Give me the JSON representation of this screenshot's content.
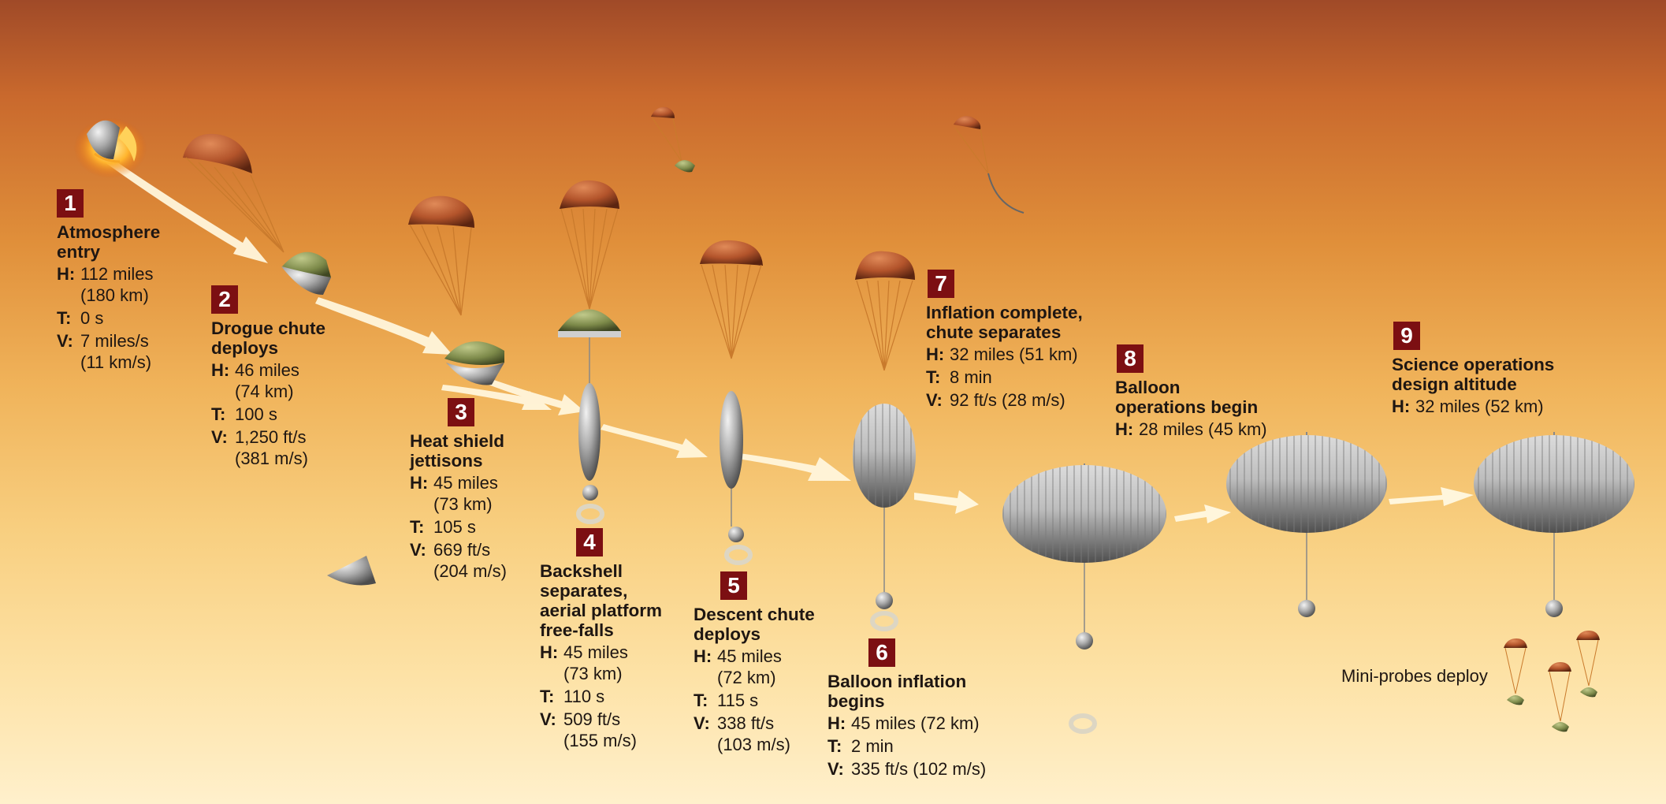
{
  "steps": [
    {
      "number": "1",
      "title": "Atmosphere\nentry",
      "stats": [
        {
          "label": "H:",
          "value": "112 miles\n(180 km)"
        },
        {
          "label": "T:",
          "value": "0 s"
        },
        {
          "label": "V:",
          "value": "7 miles/s\n(11 km/s)"
        }
      ]
    },
    {
      "number": "2",
      "title": "Drogue chute\ndeploys",
      "stats": [
        {
          "label": "H:",
          "value": "46 miles\n(74 km)"
        },
        {
          "label": "T:",
          "value": "100 s"
        },
        {
          "label": "V:",
          "value": "1,250 ft/s\n(381 m/s)"
        }
      ]
    },
    {
      "number": "3",
      "title": "Heat shield\njettisons",
      "stats": [
        {
          "label": "H:",
          "value": "45 miles\n(73 km)"
        },
        {
          "label": "T:",
          "value": "105 s"
        },
        {
          "label": "V:",
          "value": "669 ft/s\n(204 m/s)"
        }
      ]
    },
    {
      "number": "4",
      "title": "Backshell\nseparates,\naerial platform\nfree-falls",
      "stats": [
        {
          "label": "H:",
          "value": "45 miles\n(73 km)"
        },
        {
          "label": "T:",
          "value": "110 s"
        },
        {
          "label": "V:",
          "value": "509 ft/s\n(155 m/s)"
        }
      ]
    },
    {
      "number": "5",
      "title": "Descent chute\ndeploys",
      "stats": [
        {
          "label": "H:",
          "value": "45 miles\n(72 km)"
        },
        {
          "label": "T:",
          "value": "115 s"
        },
        {
          "label": "V:",
          "value": "338 ft/s\n(103 m/s)"
        }
      ]
    },
    {
      "number": "6",
      "title": "Balloon inflation\nbegins",
      "stats": [
        {
          "label": "H:",
          "value": "45 miles (72 km)"
        },
        {
          "label": "T:",
          "value": "2 min"
        },
        {
          "label": "V:",
          "value": "335 ft/s (102 m/s)"
        }
      ]
    },
    {
      "number": "7",
      "title": "Inflation complete,\nchute separates",
      "stats": [
        {
          "label": "H:",
          "value": "32 miles (51 km)"
        },
        {
          "label": "T:",
          "value": "8 min"
        },
        {
          "label": "V:",
          "value": "92 ft/s (28 m/s)"
        }
      ]
    },
    {
      "number": "8",
      "title": "Balloon\noperations begin",
      "stats": [
        {
          "label": "H:",
          "value": "28 miles (45 km)"
        }
      ]
    },
    {
      "number": "9",
      "title": "Science operations\ndesign altitude",
      "stats": [
        {
          "label": "H:",
          "value": "32 miles (52 km)"
        }
      ]
    }
  ],
  "mini_probes_label": "Mini-probes deploy",
  "colors": {
    "number_box": "#7c0f12",
    "text": "#1e1612",
    "chute": "#b3542b",
    "heat_shield": "#7d8a4a",
    "balloon": "#b8b8b8"
  }
}
